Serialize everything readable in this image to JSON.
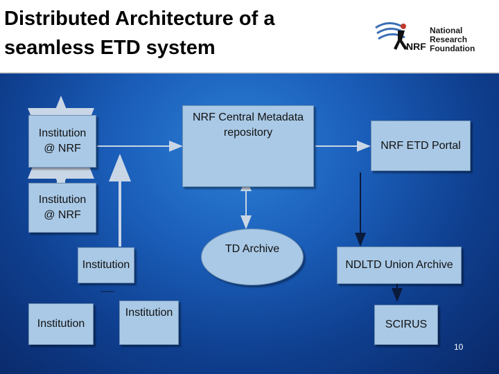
{
  "slide": {
    "title_line1": "Distributed Architecture of a",
    "title_line2": "seamless ETD system",
    "page_number": "10"
  },
  "logo": {
    "line1": "National",
    "line2": "Research",
    "line3": "Foundation",
    "mark_text": "NRF"
  },
  "nodes": {
    "institution_nrf_1_line1": "Institution",
    "institution_nrf_1_line2": "@ NRF",
    "central_repo_line1": "NRF Central Metadata",
    "central_repo_line2": "repository",
    "etd_portal": "NRF ETD Portal",
    "institution_nrf_2_line1": "Institution",
    "institution_nrf_2_line2": "@ NRF",
    "td_archive": "TD Archive",
    "institution_center": "Institution",
    "ndltd_union": "NDLTD Union Archive",
    "institution_left": "Institution",
    "institution_mid": "Institution",
    "scirus": "SCIRUS"
  },
  "colors": {
    "background": "#1a5db8",
    "box_fill": "#a9c9e6",
    "arrow": "#c9d6e6",
    "dark_arrow": "#0a1a3a"
  }
}
